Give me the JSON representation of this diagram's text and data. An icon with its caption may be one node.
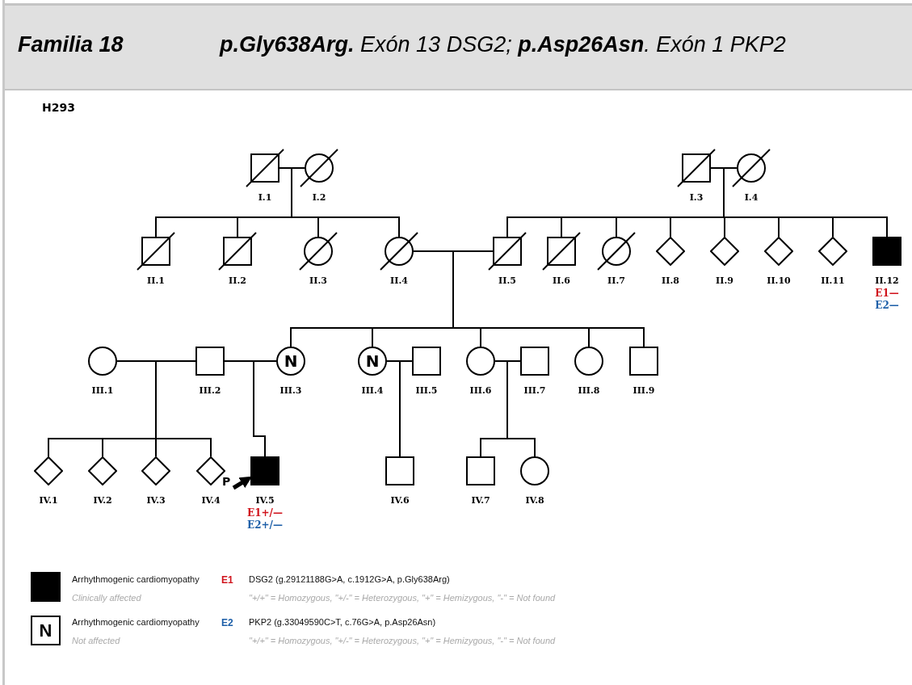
{
  "diagram": {
    "title": "Familia 18",
    "nodes": [
      {
        "text": [],
        "shape": "box",
        "beside": [
          "I.1"
        ]
      },
      {
        "text": [],
        "shape": "circle",
        "beside": [
          "I.2"
        ]
      },
      {
        "text": [],
        "shape": "box",
        "beside": [
          "I.3"
        ]
      },
      {
        "text": [],
        "shape": "circle",
        "beside": [
          "I.4"
        ]
      },
      {
        "text": [],
        "shape": "box",
        "beside": [
          "II.1"
        ]
      },
      {
        "text": [],
        "shape": "box",
        "beside": [
          "II.2"
        ]
      },
      {
        "text": [],
        "shape": "circle",
        "beside": [
          "II.3"
        ]
      },
      {
        "text": [],
        "shape": "circle",
        "beside": [
          "II.4"
        ]
      },
      {
        "text": [],
        "shape": "box",
        "beside": [
          "II.5"
        ]
      },
      {
        "text": [],
        "shape": "box",
        "beside": [
          "II.6"
        ]
      },
      {
        "text": [],
        "shape": "circle",
        "beside": [
          "II.7"
        ]
      },
      {
        "text": [],
        "shape": "diamond",
        "beside": [
          "II.8"
        ]
      },
      {
        "text": [],
        "shape": "diamond",
        "beside": [
          "II.9"
        ]
      },
      {
        "text": [],
        "shape": "diamond",
        "beside": [
          "II.10"
        ]
      },
      {
        "text": [],
        "shape": "diamond",
        "beside": [
          "II.11"
        ]
      },
      {
        "text": [],
        "shape": "box",
        "beside": [
          "II.12",
          "E1—",
          "E2—"
        ]
      },
      {
        "text": [],
        "shape": "circle",
        "beside": [
          "III.1"
        ]
      },
      {
        "text": [],
        "shape": "box",
        "beside": [
          "III.2"
        ]
      },
      {
        "text": [
          "N"
        ],
        "beside": [
          "III.3"
        ]
      },
      {
        "text": [
          "N"
        ],
        "beside": [
          "III.4"
        ]
      },
      {
        "text": [],
        "shape": "box",
        "beside": [
          "III.5"
        ]
      },
      {
        "text": [],
        "shape": "circle",
        "beside": [
          "III.6"
        ]
      },
      {
        "text": [],
        "shape": "box",
        "beside": [
          "III.7"
        ]
      },
      {
        "text": [],
        "shape": "circle",
        "beside": [
          "III.8"
        ]
      },
      {
        "text": [],
        "shape": "box",
        "beside": [
          "III.9"
        ]
      },
      {
        "text": [],
        "shape": "diamond",
        "beside": [
          "IV.1"
        ]
      },
      {
        "text": [],
        "shape": "diamond",
        "beside": [
          "IV.2"
        ]
      },
      {
        "text": [],
        "shape": "diamond",
        "beside": [
          "IV.3"
        ]
      },
      {
        "text": [],
        "shape": "diamond",
        "beside": [
          "IV.4"
        ]
      },
      {
        "text": [],
        "shape": "box",
        "beside": [
          "IV.5",
          "E1+/—",
          "E2+/—"
        ]
      },
      {
        "text": [],
        "shape": "box",
        "beside": [
          "IV.6"
        ]
      },
      {
        "text": [],
        "shape": "box",
        "beside": [
          "IV.7"
        ]
      },
      {
        "text": [],
        "shape": "circle",
        "beside": [
          "IV.8"
        ]
      },
      {
        "text": [
          "P"
        ]
      }
    ],
    "edges": [
      {
        "from": 0,
        "to": 1,
        "arrow": "none"
      },
      {
        "from": 2,
        "to": 3,
        "arrow": "none"
      },
      {
        "from": 7,
        "to": 8,
        "arrow": "none"
      },
      {
        "from": 16,
        "to": 17,
        "arrow": "none"
      },
      {
        "from": 17,
        "to": 18,
        "arrow": "none"
      },
      {
        "from": 19,
        "to": 20,
        "arrow": "none"
      },
      {
        "from": 21,
        "to": 22,
        "arrow": "none"
      },
      {
        "from": 0,
        "to": 4,
        "arrow": "none"
      },
      {
        "from": 1,
        "to": 4,
        "arrow": "none"
      },
      {
        "from": 0,
        "to": 5,
        "arrow": "none"
      },
      {
        "from": 1,
        "to": 5,
        "arrow": "none"
      },
      {
        "from": 0,
        "to": 6,
        "arrow": "none"
      },
      {
        "from": 1,
        "to": 6,
        "arrow": "none"
      },
      {
        "from": 0,
        "to": 7,
        "arrow": "none"
      },
      {
        "from": 1,
        "to": 7,
        "arrow": "none"
      },
      {
        "from": 2,
        "to": 8,
        "arrow": "none"
      },
      {
        "from": 3,
        "to": 8,
        "arrow": "none"
      },
      {
        "from": 2,
        "to": 9,
        "arrow": "none"
      },
      {
        "from": 3,
        "to": 9,
        "arrow": "none"
      },
      {
        "from": 2,
        "to": 10,
        "arrow": "none"
      },
      {
        "from": 3,
        "to": 10,
        "arrow": "none"
      },
      {
        "from": 2,
        "to": 11,
        "arrow": "none"
      },
      {
        "from": 3,
        "to": 11,
        "arrow": "none"
      },
      {
        "from": 2,
        "to": 12,
        "arrow": "none"
      },
      {
        "from": 3,
        "to": 12,
        "arrow": "none"
      },
      {
        "from": 2,
        "to": 13,
        "arrow": "none"
      },
      {
        "from": 3,
        "to": 13,
        "arrow": "none"
      },
      {
        "from": 2,
        "to": 14,
        "arrow": "none"
      },
      {
        "from": 3,
        "to": 14,
        "arrow": "none"
      },
      {
        "from": 2,
        "to": 15,
        "arrow": "none"
      },
      {
        "from": 3,
        "to": 15,
        "arrow": "none"
      },
      {
        "from": 7,
        "to": 18,
        "arrow": "none"
      },
      {
        "from": 8,
        "to": 18,
        "arrow": "none"
      },
      {
        "from": 7,
        "to": 19,
        "arrow": "none"
      },
      {
        "from": 8,
        "to": 19,
        "arrow": "none"
      },
      {
        "from": 7,
        "to": 21,
        "arrow": "none"
      },
      {
        "from": 8,
        "to": 21,
        "arrow": "none"
      },
      {
        "from": 7,
        "to": 23,
        "arrow": "none"
      },
      {
        "from": 8,
        "to": 23,
        "arrow": "none"
      },
      {
        "from": 7,
        "to": 24,
        "arrow": "none"
      },
      {
        "from": 8,
        "to": 24,
        "arrow": "none"
      },
      {
        "from": 16,
        "to": 25,
        "arrow": "none"
      },
      {
        "from": 17,
        "to": 25,
        "arrow": "none"
      },
      {
        "from": 16,
        "to": 26,
        "arrow": "none"
      },
      {
        "from": 17,
        "to": 26,
        "arrow": "none"
      },
      {
        "from": 16,
        "to": 27,
        "arrow": "none"
      },
      {
        "from": 17,
        "to": 27,
        "arrow": "none"
      },
      {
        "from": 16,
        "to": 28,
        "arrow": "none"
      },
      {
        "from": 17,
        "to": 28,
        "arrow": "none"
      },
      {
        "from": 17,
        "to": 29,
        "arrow": "none"
      },
      {
        "from": 18,
        "to": 29,
        "arrow": "none"
      },
      {
        "from": 19,
        "to": 30,
        "arrow": "none"
      },
      {
        "from": 20,
        "to": 30,
        "arrow": "none"
      },
      {
        "from": 21,
        "to": 31,
        "arrow": "none"
      },
      {
        "from": 22,
        "to": 31,
        "arrow": "none"
      },
      {
        "from": 21,
        "to": 32,
        "arrow": "none"
      },
      {
        "from": 22,
        "to": 32,
        "arrow": "none"
      },
      {
        "from": 33,
        "to": 29,
        "arrow": "to",
        "style": "thick"
      }
    ],
    "labels": [
      "**p.Gly638Arg.** Exón 13 DSG2; **p.Asp26Asn**. Exón 1 PKP2",
      "H293",
      "Clinically affected",
      "E1",
      "DSG2 (g.29121188G>A, c.1912G>A, p.Gly638Arg)",
      "\"+/+\" = Homozygous, \"+/-\" = Heterozygous, \"+\" = Hemizygous, \"-\" = Not found",
      "N",
      "Not affected",
      "E2",
      "PKP2 (g.33049590C>T, c.76G>A, p.Asp26Asn)",
      "\"+/+\" = Homozygous, \"+/-\" = Heterozygous, \"+\" = Hemizygous, \"-\" = Not found"
    ],
    "legend": [
      {
        "text": "Arrhythmogenic cardiomyopathy",
        "color": "#000000"
      },
      {
        "text": "Arrhythmogenic cardiomyopathy"
      }
    ]
  }
}
